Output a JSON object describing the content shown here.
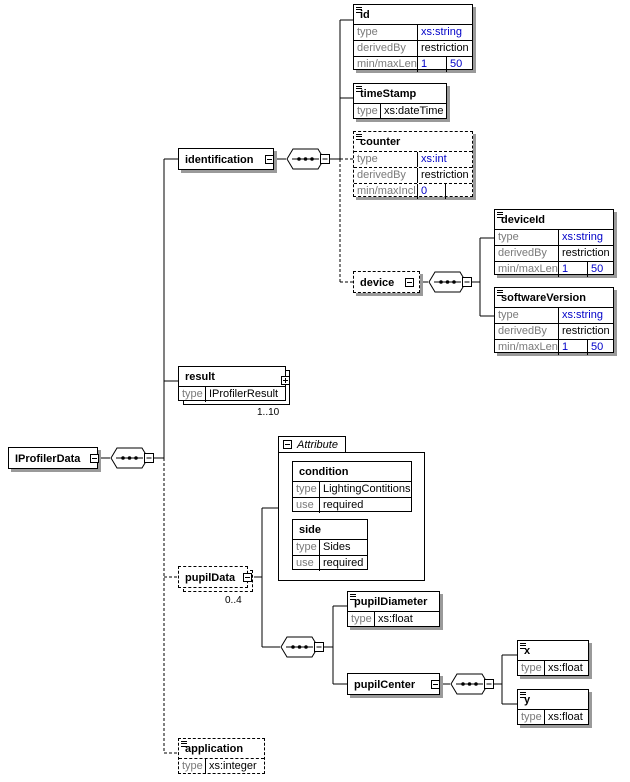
{
  "root": {
    "name": "IProfilerData"
  },
  "identification": {
    "name": "identification",
    "id": {
      "name": "id",
      "type_key": "type",
      "type": "xs:string",
      "derived_key": "derivedBy",
      "derived": "restriction",
      "len_key": "min/maxLen",
      "min": "1",
      "max": "50"
    },
    "timeStamp": {
      "name": "timeStamp",
      "type_key": "type",
      "type": "xs:dateTime"
    },
    "counter": {
      "name": "counter",
      "type_key": "type",
      "type": "xs:int",
      "derived_key": "derivedBy",
      "derived": "restriction",
      "incl_key": "min/maxIncl",
      "min": "0"
    },
    "device": {
      "name": "device",
      "deviceId": {
        "name": "deviceId",
        "type_key": "type",
        "type": "xs:string",
        "derived_key": "derivedBy",
        "derived": "restriction",
        "len_key": "min/maxLen",
        "min": "1",
        "max": "50"
      },
      "softwareVersion": {
        "name": "softwareVersion",
        "type_key": "type",
        "type": "xs:string",
        "derived_key": "derivedBy",
        "derived": "restriction",
        "len_key": "min/maxLen",
        "min": "1",
        "max": "50"
      }
    }
  },
  "result": {
    "name": "result",
    "type_key": "type",
    "type": "IProfilerResult",
    "cardinality": "1..10"
  },
  "pupilData": {
    "name": "pupilData",
    "cardinality": "0..4",
    "attribute_group": "Attribute",
    "condition": {
      "name": "condition",
      "type_key": "type",
      "type": "LightingContitions",
      "use_key": "use",
      "use": "required"
    },
    "side": {
      "name": "side",
      "type_key": "type",
      "type": "Sides",
      "use_key": "use",
      "use": "required"
    },
    "pupilDiameter": {
      "name": "pupilDiameter",
      "type_key": "type",
      "type": "xs:float"
    },
    "pupilCenter": {
      "name": "pupilCenter",
      "x": {
        "name": "x",
        "type_key": "type",
        "type": "xs:float"
      },
      "y": {
        "name": "y",
        "type_key": "type",
        "type": "xs:float"
      }
    }
  },
  "application": {
    "name": "application",
    "type_key": "type",
    "type": "xs:integer"
  }
}
